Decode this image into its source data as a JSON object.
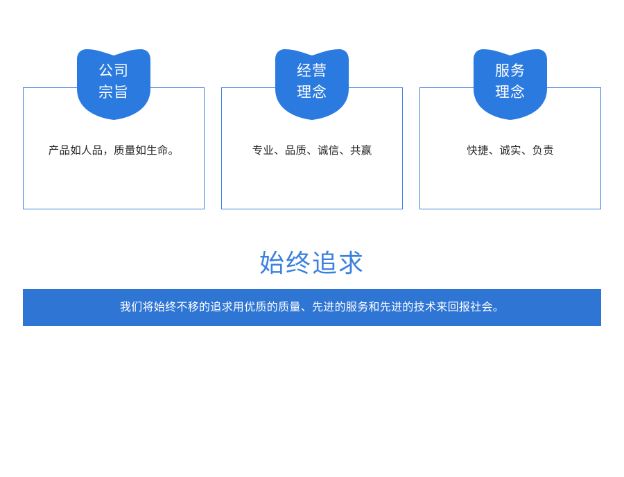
{
  "theme": {
    "shield_color": "#2B7AE0",
    "border_color": "#3C80DF",
    "banner_color": "#2E75D4",
    "title_color": "#3C80DF",
    "body_text_color": "#262626",
    "background": "#ffffff"
  },
  "cards": [
    {
      "badge_label": "公司\n宗旨",
      "badge_line1": "公司",
      "badge_line2": "宗旨",
      "body": "产品如人品，质量如生命。"
    },
    {
      "badge_label": "经营\n理念",
      "badge_line1": "经营",
      "badge_line2": "理念",
      "body": "专业、品质、诚信、共赢"
    },
    {
      "badge_label": "服务\n理念",
      "badge_line1": "服务",
      "badge_line2": "理念",
      "body": "快捷、诚实、负责"
    }
  ],
  "pursuit": {
    "title": "始终追求",
    "statement": "我们将始终不移的追求用优质的质量、先进的服务和先进的技术来回报社会。"
  }
}
